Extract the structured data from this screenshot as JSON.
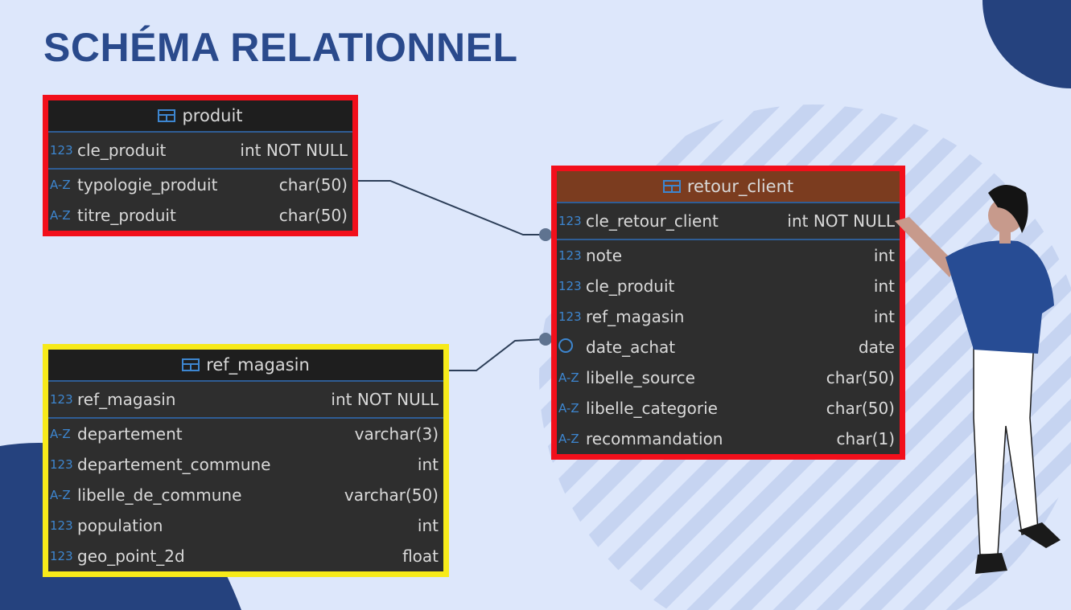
{
  "title": "SCHÉMA RELATIONNEL",
  "colors": {
    "background": "#dde7fb",
    "navy": "#25427e",
    "pk_border": "#f20f1b",
    "highlight_border": "#f7ea1a",
    "header_brown": "#7b3c1f",
    "icon_blue": "#3d86d0"
  },
  "tables": {
    "produit": {
      "name": "produit",
      "columns": [
        {
          "icon": "123",
          "name": "cle_produit",
          "type": "int NOT NULL"
        },
        {
          "icon": "A-Z",
          "name": "typologie_produit",
          "type": "char(50)"
        },
        {
          "icon": "A-Z",
          "name": "titre_produit",
          "type": "char(50)"
        }
      ]
    },
    "retour_client": {
      "name": "retour_client",
      "columns": [
        {
          "icon": "123",
          "name": "cle_retour_client",
          "type": "int NOT NULL"
        },
        {
          "icon": "123",
          "name": "note",
          "type": "int"
        },
        {
          "icon": "123",
          "name": "cle_produit",
          "type": "int"
        },
        {
          "icon": "123",
          "name": "ref_magasin",
          "type": "int"
        },
        {
          "icon": "clock",
          "name": "date_achat",
          "type": "date"
        },
        {
          "icon": "A-Z",
          "name": "libelle_source",
          "type": "char(50)"
        },
        {
          "icon": "A-Z",
          "name": "libelle_categorie",
          "type": "char(50)"
        },
        {
          "icon": "A-Z",
          "name": "recommandation",
          "type": "char(1)"
        }
      ]
    },
    "ref_magasin": {
      "name": "ref_magasin",
      "columns": [
        {
          "icon": "123",
          "name": "ref_magasin",
          "type": "int NOT NULL"
        },
        {
          "icon": "A-Z",
          "name": "departement",
          "type": "varchar(3)"
        },
        {
          "icon": "123",
          "name": "departement_commune",
          "type": "int"
        },
        {
          "icon": "A-Z",
          "name": "libelle_de_commune",
          "type": "varchar(50)"
        },
        {
          "icon": "123",
          "name": "population",
          "type": "int"
        },
        {
          "icon": "123",
          "name": "geo_point_2d",
          "type": "float"
        }
      ]
    }
  }
}
